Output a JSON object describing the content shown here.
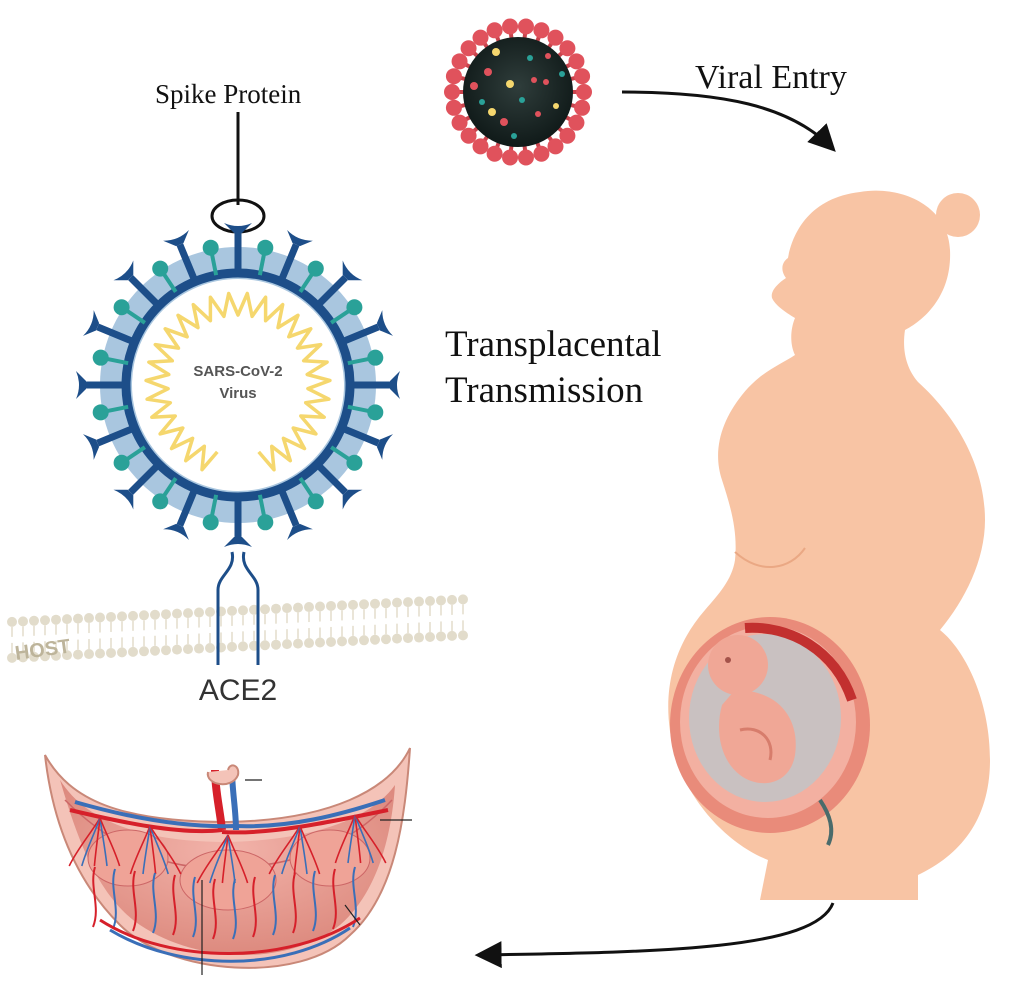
{
  "labels": {
    "spike_protein": "Spike Protein",
    "viral_entry": "Viral Entry",
    "transplacental_line1": "Transplacental",
    "transplacental_line2": "Transmission",
    "virus_name_line1": "SARS-CoV-2",
    "virus_name_line2": "Virus",
    "host": "HOST",
    "receptor": "ACE2"
  },
  "colors": {
    "skin": "#f8c4a4",
    "spike_dark": "#1d4e89",
    "spike_teal": "#2aa198",
    "envelope": "#a9c6df",
    "rna": "#f5d76e",
    "coronavirus_body": "#1c2a2a",
    "coronavirus_spike": "#e0525c",
    "placenta": "#e8a29a",
    "artery": "#d6202a",
    "vein": "#3a6fb8",
    "membrane": "#e2dccb"
  },
  "icons": {
    "virus_particle": "coronavirus-icon",
    "virus_schematic": "sars-cov-2-schematic",
    "pregnant_figure": "pregnant-woman-silhouette",
    "placenta": "placenta-illustration"
  }
}
